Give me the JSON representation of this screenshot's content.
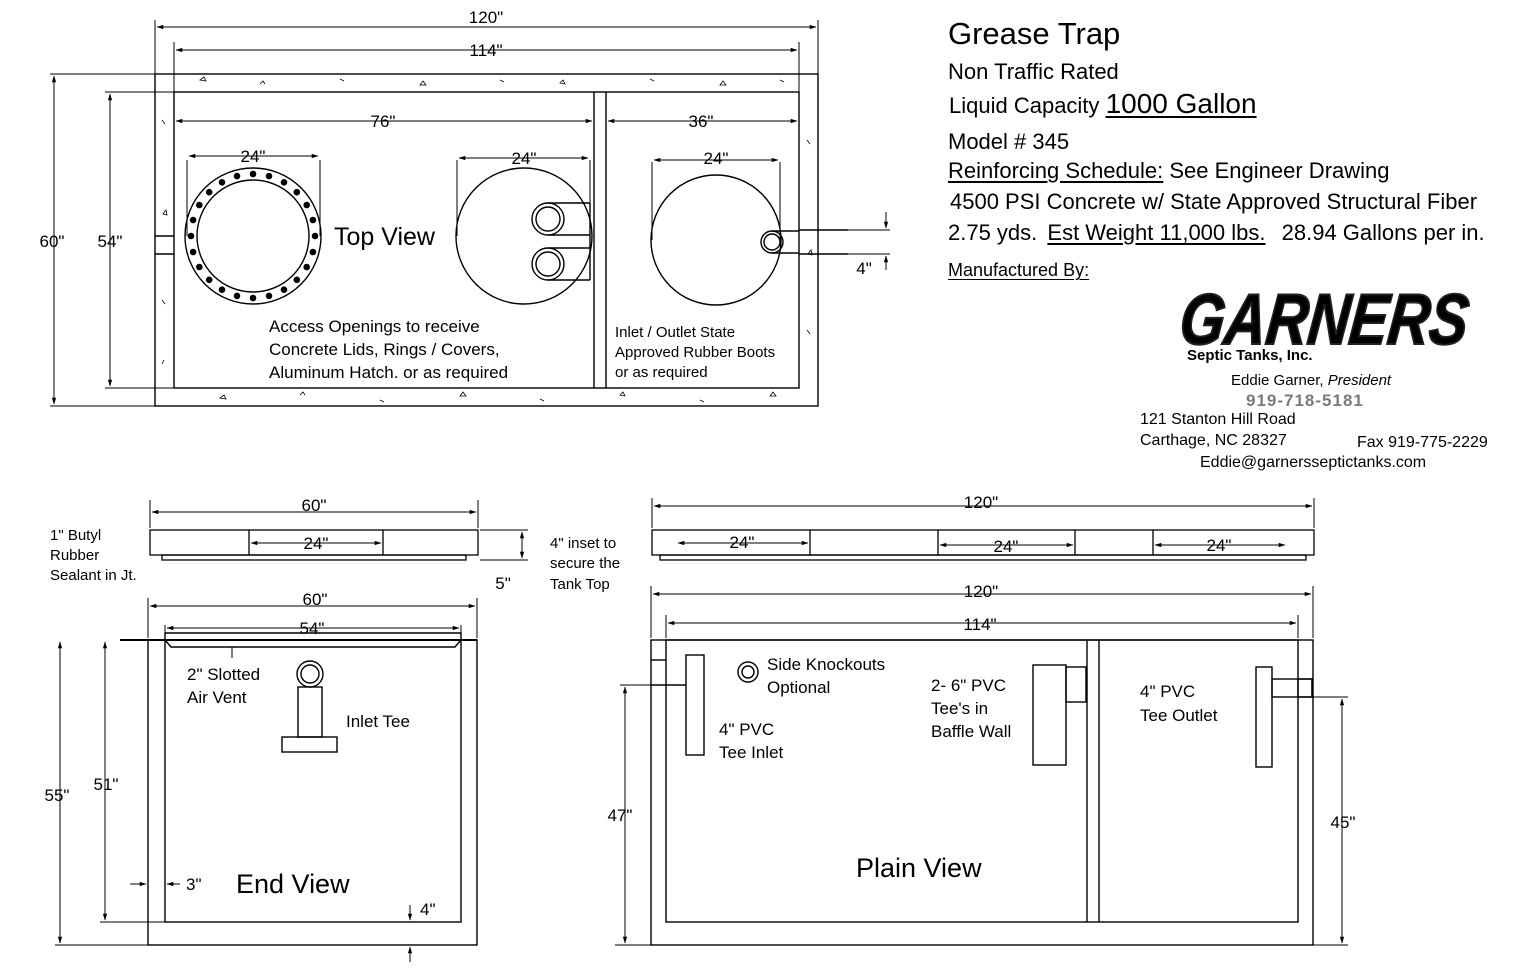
{
  "specs": {
    "title": "Grease Trap",
    "traffic": "Non Traffic Rated",
    "capacity_label": "Liquid Capacity",
    "capacity_value": "1000 Gallon",
    "model": "Model # 345",
    "reinforcing_label": "Reinforcing Schedule:",
    "reinforcing_value": "See Engineer Drawing",
    "concrete": "4500 PSI Concrete w/ State Approved Structural Fiber",
    "yards": "2.75 yds.",
    "weight": "Est Weight 11,000 lbs.",
    "gallons_per_inch": "28.94 Gallons per in.",
    "manufactured_by": "Manufactured By:"
  },
  "company": {
    "logo_text": "GARNERS",
    "subtitle": "Septic Tanks, Inc.",
    "contact_name": "Eddie Garner,",
    "contact_title": "President",
    "phone": "919-718-5181",
    "address1": "121 Stanton Hill Road",
    "address2": "Carthage, NC 28327",
    "fax": "Fax 919-775-2229",
    "email": "Eddie@garnersseptictanks.com",
    "brand_color": "#8a8a8a",
    "phone_color": "#7a7a7a"
  },
  "top_view": {
    "title": "Top View",
    "dims": {
      "overall_length": "120\"",
      "inner_length": "114\"",
      "overall_width": "60\"",
      "inner_width": "54\"",
      "compartment1": "76\"",
      "compartment2": "36\"",
      "opening1": "24\"",
      "opening2": "24\"",
      "opening3": "24\"",
      "pipe_offset": "4\""
    },
    "note_left": [
      "Access Openings to receive",
      "Concrete Lids, Rings / Covers,",
      "Aluminum Hatch. or as required"
    ],
    "note_right": [
      "Inlet / Outlet  State",
      "Approved Rubber Boots",
      "or as required"
    ]
  },
  "lid_small": {
    "width": "60\"",
    "opening": "24\"",
    "thickness": "5\"",
    "note": [
      "1\" Butyl",
      "Rubber",
      "Sealant in Jt."
    ]
  },
  "lid_large": {
    "width": "120\"",
    "opening1": "24\"",
    "opening2": "24\"",
    "opening3": "24\"",
    "note": [
      "4\" inset to",
      "secure the",
      "Tank Top"
    ]
  },
  "end_view": {
    "title": "End View",
    "width": "60\"",
    "inner_width": "54\"",
    "height": "55\"",
    "inner_height": "51\"",
    "wall": "3\"",
    "floor": "4\"",
    "vent_label": [
      "2\" Slotted",
      "Air Vent"
    ],
    "tee_label": "Inlet Tee"
  },
  "plain_view": {
    "title": "Plain View",
    "length": "120\"",
    "inner_length": "114\"",
    "inlet_height": "47\"",
    "outlet_height": "45\"",
    "knockout_label": [
      "Side Knockouts",
      "Optional"
    ],
    "inlet_label": [
      "4\" PVC",
      "Tee Inlet"
    ],
    "baffle_label": [
      "2- 6\" PVC",
      "Tee's in",
      "Baffle Wall"
    ],
    "outlet_label": [
      "4\" PVC",
      "Tee Outlet"
    ]
  }
}
